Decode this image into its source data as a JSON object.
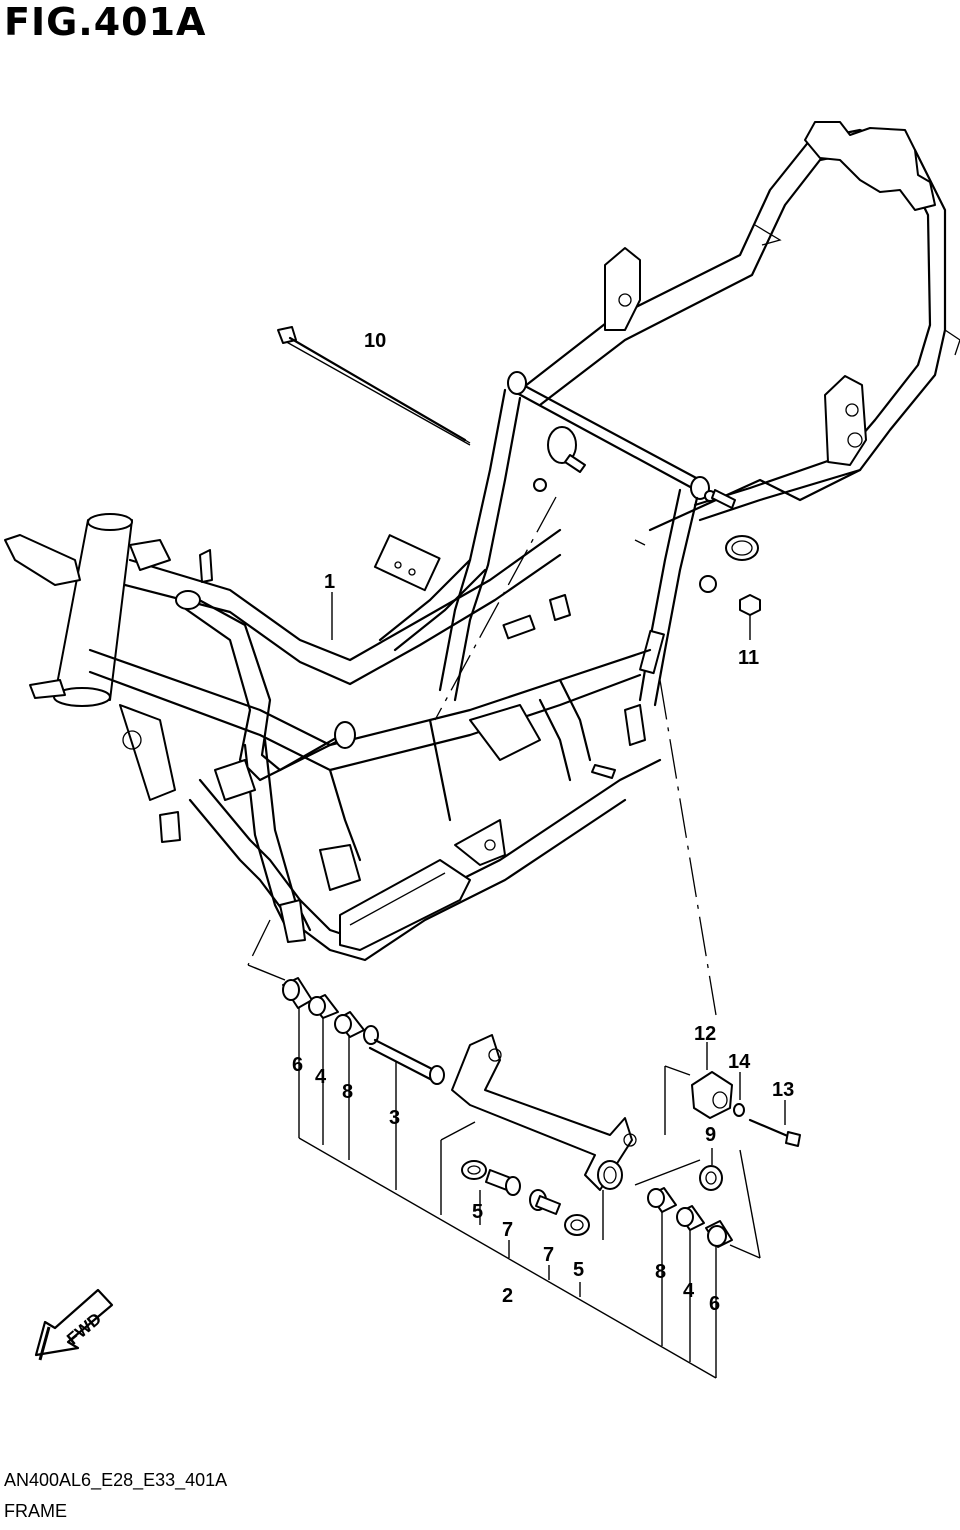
{
  "figure": {
    "title": "FIG.401A",
    "diagram_code": "AN400AL6_E28_E33_401A",
    "name": "FRAME"
  },
  "callouts": [
    "1",
    "10",
    "11",
    "12",
    "14",
    "13",
    "9",
    "6",
    "4",
    "8",
    "3",
    "5",
    "7",
    "7",
    "5",
    "2",
    "8",
    "4",
    "6"
  ],
  "fwd_label": "FWD"
}
